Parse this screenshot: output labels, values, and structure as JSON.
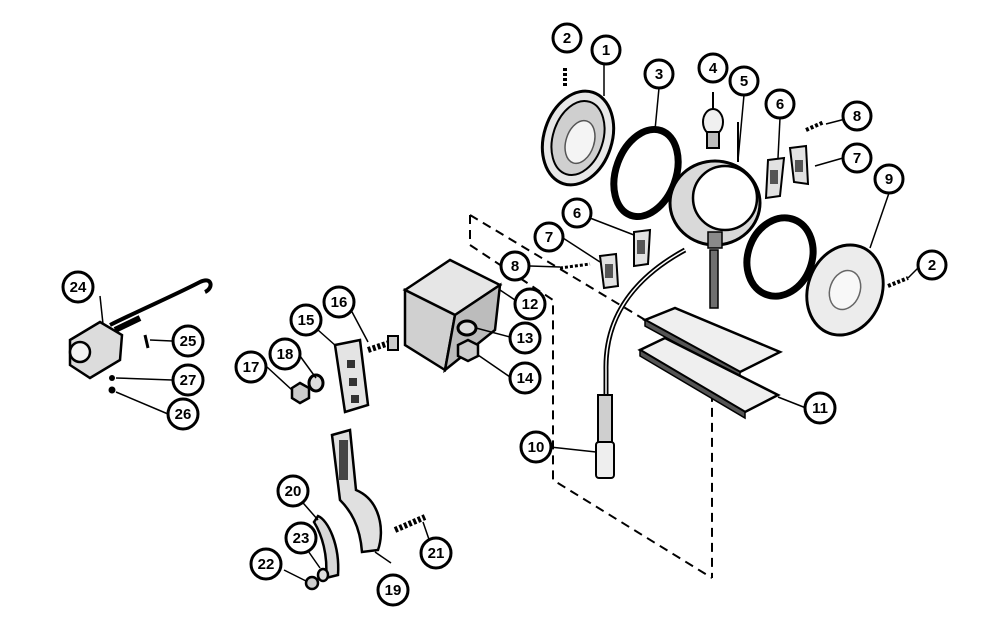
{
  "callouts": [
    {
      "id": "c1",
      "label": "1"
    },
    {
      "id": "c2a",
      "label": "2"
    },
    {
      "id": "c2b",
      "label": "2"
    },
    {
      "id": "c3",
      "label": "3"
    },
    {
      "id": "c4",
      "label": "4"
    },
    {
      "id": "c5",
      "label": "5"
    },
    {
      "id": "c6a",
      "label": "6"
    },
    {
      "id": "c6b",
      "label": "6"
    },
    {
      "id": "c7a",
      "label": "7"
    },
    {
      "id": "c7b",
      "label": "7"
    },
    {
      "id": "c8a",
      "label": "8"
    },
    {
      "id": "c8b",
      "label": "8"
    },
    {
      "id": "c9",
      "label": "9"
    },
    {
      "id": "c10",
      "label": "10"
    },
    {
      "id": "c11",
      "label": "11"
    },
    {
      "id": "c12",
      "label": "12"
    },
    {
      "id": "c13",
      "label": "13"
    },
    {
      "id": "c14",
      "label": "14"
    },
    {
      "id": "c15",
      "label": "15"
    },
    {
      "id": "c16",
      "label": "16"
    },
    {
      "id": "c17",
      "label": "17"
    },
    {
      "id": "c18",
      "label": "18"
    },
    {
      "id": "c19",
      "label": "19"
    },
    {
      "id": "c20",
      "label": "20"
    },
    {
      "id": "c21",
      "label": "21"
    },
    {
      "id": "c22",
      "label": "22"
    },
    {
      "id": "c23",
      "label": "23"
    },
    {
      "id": "c24",
      "label": "24"
    },
    {
      "id": "c25",
      "label": "25"
    },
    {
      "id": "c26",
      "label": "26"
    },
    {
      "id": "c27",
      "label": "27"
    }
  ]
}
